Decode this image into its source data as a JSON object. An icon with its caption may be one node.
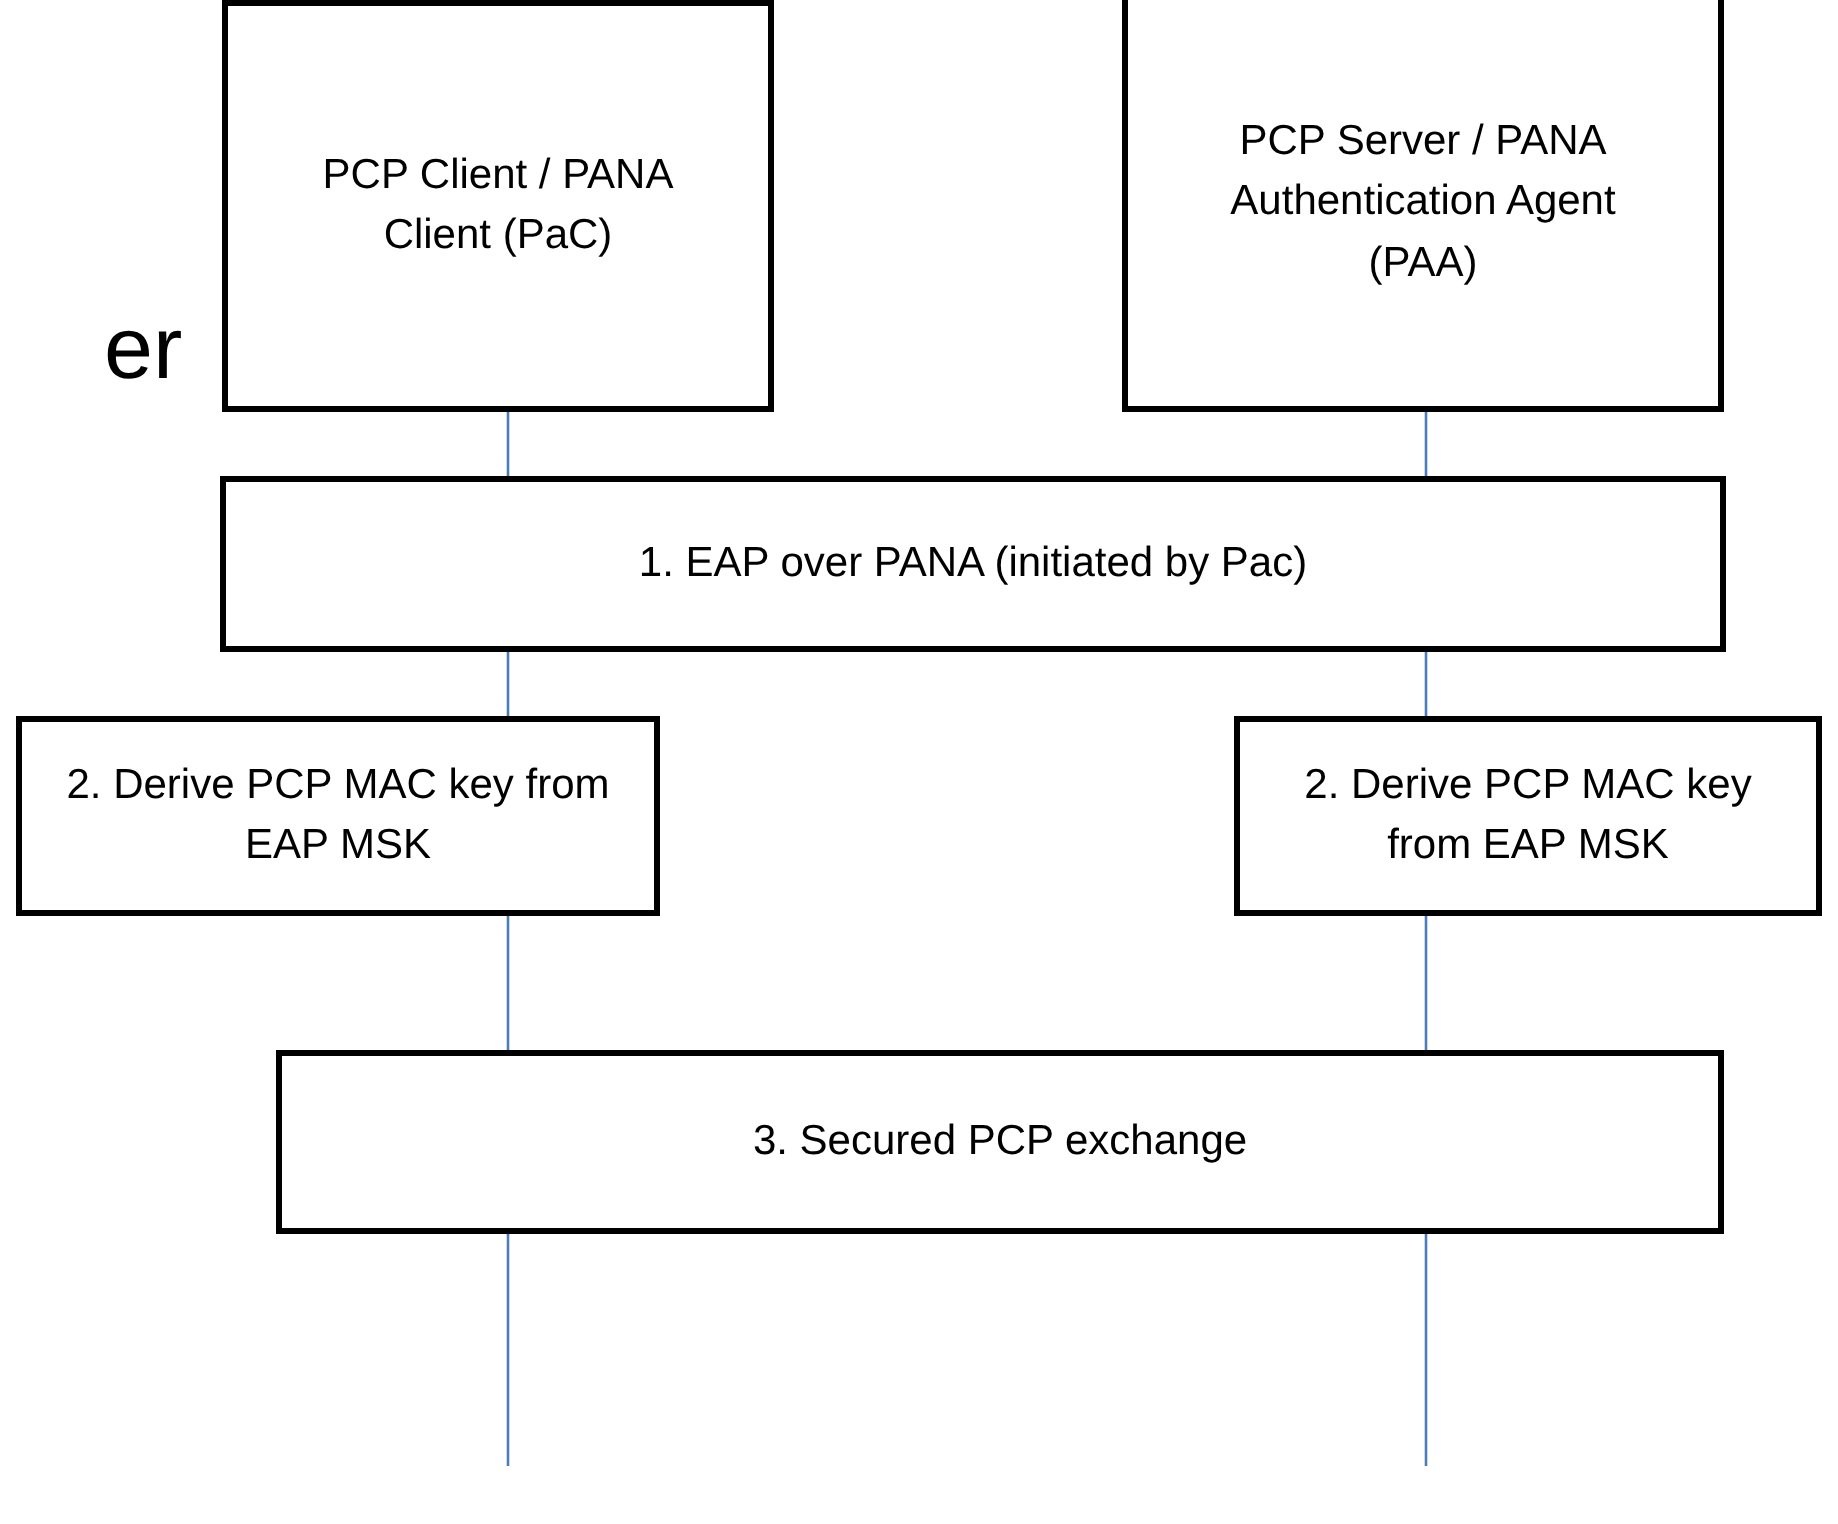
{
  "diagram": {
    "nodes": [
      {
        "text": [
          "PCP Client / PANA Client (PaC)"
        ]
      },
      {
        "text": [
          "PCP Server / PANA Authentication Agent (PAA)"
        ]
      },
      {
        "text": [
          "1. EAP over PANA (initiated by Pac)"
        ]
      },
      {
        "text": [
          "2. Derive PCP MAC key from EAP MSK"
        ]
      },
      {
        "text": [
          "2. Derive PCP MAC key from EAP MSK"
        ]
      },
      {
        "text": [
          "3. Secured PCP exchange"
        ]
      }
    ],
    "edges": [
      {
        "from": 0,
        "to": 2,
        "arrow": "none"
      },
      {
        "from": 1,
        "to": 2,
        "arrow": "none"
      },
      {
        "from": 2,
        "to": 3,
        "arrow": "none"
      },
      {
        "from": 2,
        "to": 4,
        "arrow": "none"
      },
      {
        "from": 3,
        "to": 5,
        "arrow": "none"
      },
      {
        "from": 4,
        "to": 5,
        "arrow": "none"
      },
      {
        "from": 5,
        "to": null,
        "arrow": "none"
      },
      {
        "from": 5,
        "to": null,
        "arrow": "none"
      }
    ],
    "labels": [
      "er"
    ]
  }
}
